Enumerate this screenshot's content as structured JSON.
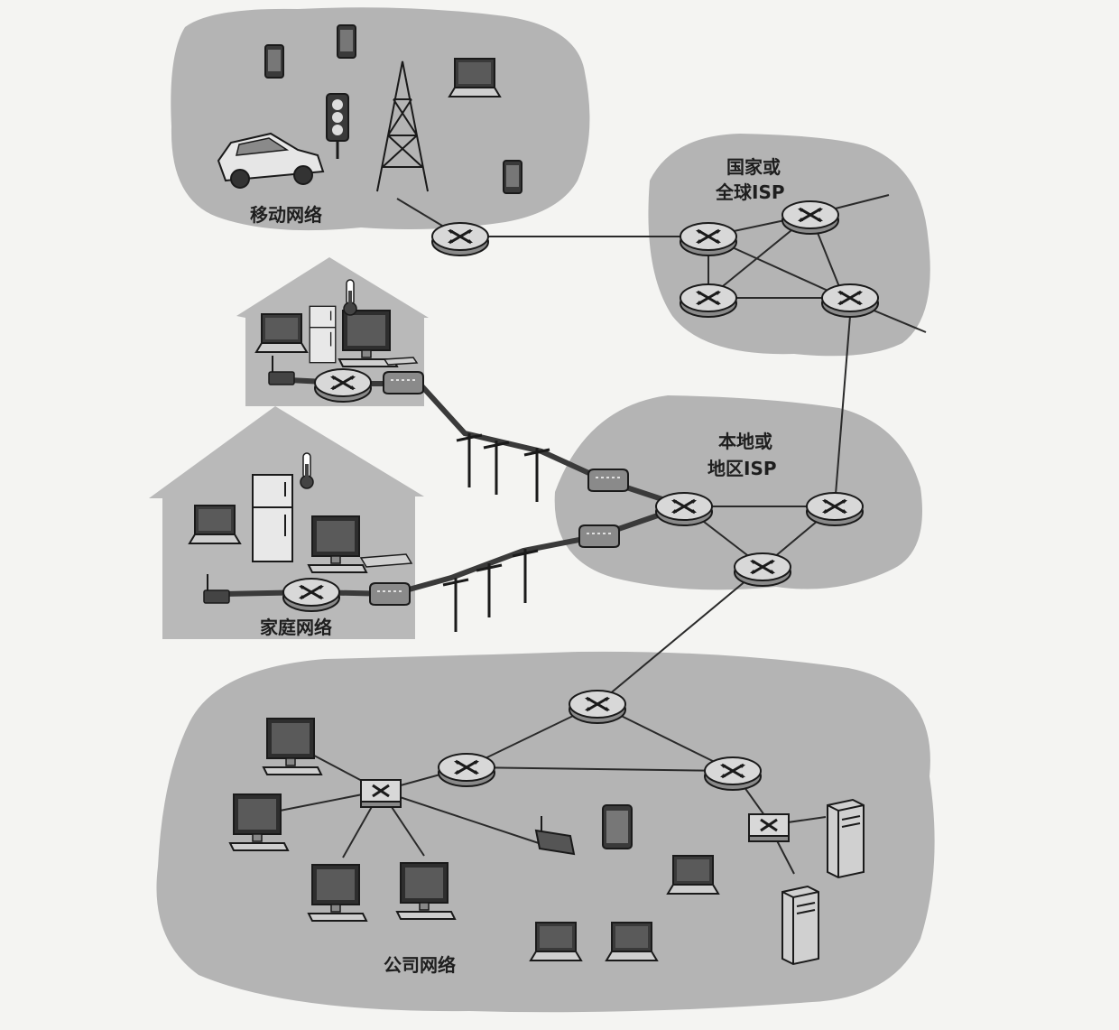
{
  "labels": {
    "mobile": "移动网络",
    "national_isp_line1": "国家或",
    "national_isp_line2": "全球ISP",
    "local_isp_line1": "本地或",
    "local_isp_line2": "地区ISP",
    "home": "家庭网络",
    "enterprise": "公司网络"
  },
  "colors": {
    "cloud": "#b4b4b4",
    "background": "#f4f4f2",
    "router": "#d8d8d8",
    "line": "#2a2a2a"
  },
  "icons": [
    "router-icon",
    "switch-icon",
    "modem-icon",
    "wifi-access-point-icon",
    "cell-tower-icon",
    "car-icon",
    "traffic-light-icon",
    "smartphone-icon",
    "laptop-icon",
    "desktop-computer-icon",
    "refrigerator-icon",
    "thermometer-icon",
    "server-icon",
    "tablet-icon",
    "utility-pole-icon"
  ]
}
